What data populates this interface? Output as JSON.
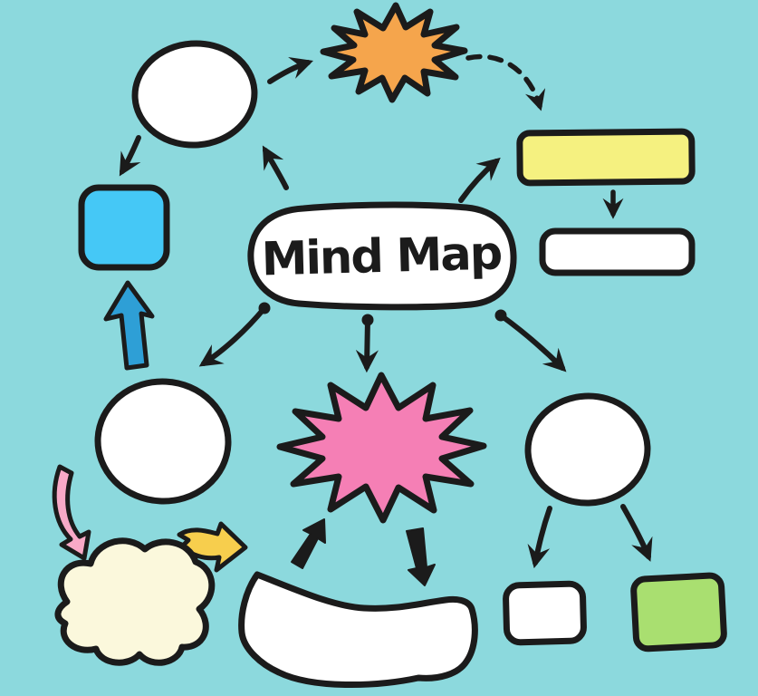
{
  "title": "Mind Map",
  "central": {
    "label": "Mind Map"
  },
  "colors": {
    "background": "#8CD9DD",
    "ink": "#1b1b1b",
    "white": "#ffffff",
    "orange": "#F5A54C",
    "yellow": "#F5F180",
    "blue": "#45C8F6",
    "blue_arrow": "#2E9FD6",
    "pink": "#F57FB5",
    "pink_arrow": "#F8A9C7",
    "yellow_arrow": "#F7CE4D",
    "cream": "#FBF8DC",
    "green": "#A9DF70"
  },
  "nodes": [
    {
      "id": "central-bubble",
      "shape": "rounded-bubble",
      "fill": "white",
      "label": "Mind Map"
    },
    {
      "id": "top-left-circle",
      "shape": "circle",
      "fill": "white",
      "label": ""
    },
    {
      "id": "orange-starburst",
      "shape": "starburst",
      "fill": "orange",
      "label": ""
    },
    {
      "id": "yellow-rectangle",
      "shape": "rounded-rect",
      "fill": "yellow",
      "label": ""
    },
    {
      "id": "white-rectangle",
      "shape": "rounded-rect",
      "fill": "white",
      "label": ""
    },
    {
      "id": "blue-square",
      "shape": "rounded-square",
      "fill": "blue",
      "label": ""
    },
    {
      "id": "left-circle",
      "shape": "circle",
      "fill": "white",
      "label": ""
    },
    {
      "id": "pink-starburst",
      "shape": "starburst",
      "fill": "pink",
      "label": ""
    },
    {
      "id": "right-circle",
      "shape": "circle",
      "fill": "white",
      "label": ""
    },
    {
      "id": "cloud",
      "shape": "cloud",
      "fill": "cream",
      "label": ""
    },
    {
      "id": "curved-banner",
      "shape": "banner",
      "fill": "white",
      "label": ""
    },
    {
      "id": "small-white-square",
      "shape": "rounded-square",
      "fill": "white",
      "label": ""
    },
    {
      "id": "green-rectangle",
      "shape": "rounded-rect",
      "fill": "green",
      "label": ""
    }
  ],
  "connectors": [
    {
      "from": "top-left-circle",
      "to": "orange-starburst",
      "style": "curved-black"
    },
    {
      "from": "top-left-circle",
      "to": "blue-square",
      "style": "curved-black"
    },
    {
      "from": "orange-starburst",
      "to": "yellow-rectangle",
      "style": "dashed-black"
    },
    {
      "from": "yellow-rectangle",
      "to": "white-rectangle",
      "style": "straight-black"
    },
    {
      "from": "central-bubble",
      "to": "top-left-circle",
      "style": "curved-black"
    },
    {
      "from": "central-bubble",
      "to": "yellow-rectangle",
      "style": "curved-black"
    },
    {
      "from": "central-bubble",
      "to": "left-circle",
      "style": "curved-black-dot"
    },
    {
      "from": "central-bubble",
      "to": "pink-starburst",
      "style": "straight-black-dot"
    },
    {
      "from": "central-bubble",
      "to": "right-circle",
      "style": "curved-black-dot"
    },
    {
      "from": "right-circle",
      "to": "small-white-square",
      "style": "curved-black"
    },
    {
      "from": "right-circle",
      "to": "green-rectangle",
      "style": "curved-black"
    },
    {
      "from": "left-circle",
      "to": "cloud",
      "style": "pink-fat"
    },
    {
      "from": "cloud",
      "to": "curved-banner",
      "style": "yellow-fat"
    },
    {
      "from": "curved-banner",
      "to": "pink-starburst",
      "style": "black-thick"
    },
    {
      "from": "pink-starburst",
      "to": "curved-banner",
      "style": "black-thick"
    },
    {
      "from": "blue-arrow",
      "to": "blue-square",
      "style": "blue-fat"
    }
  ]
}
